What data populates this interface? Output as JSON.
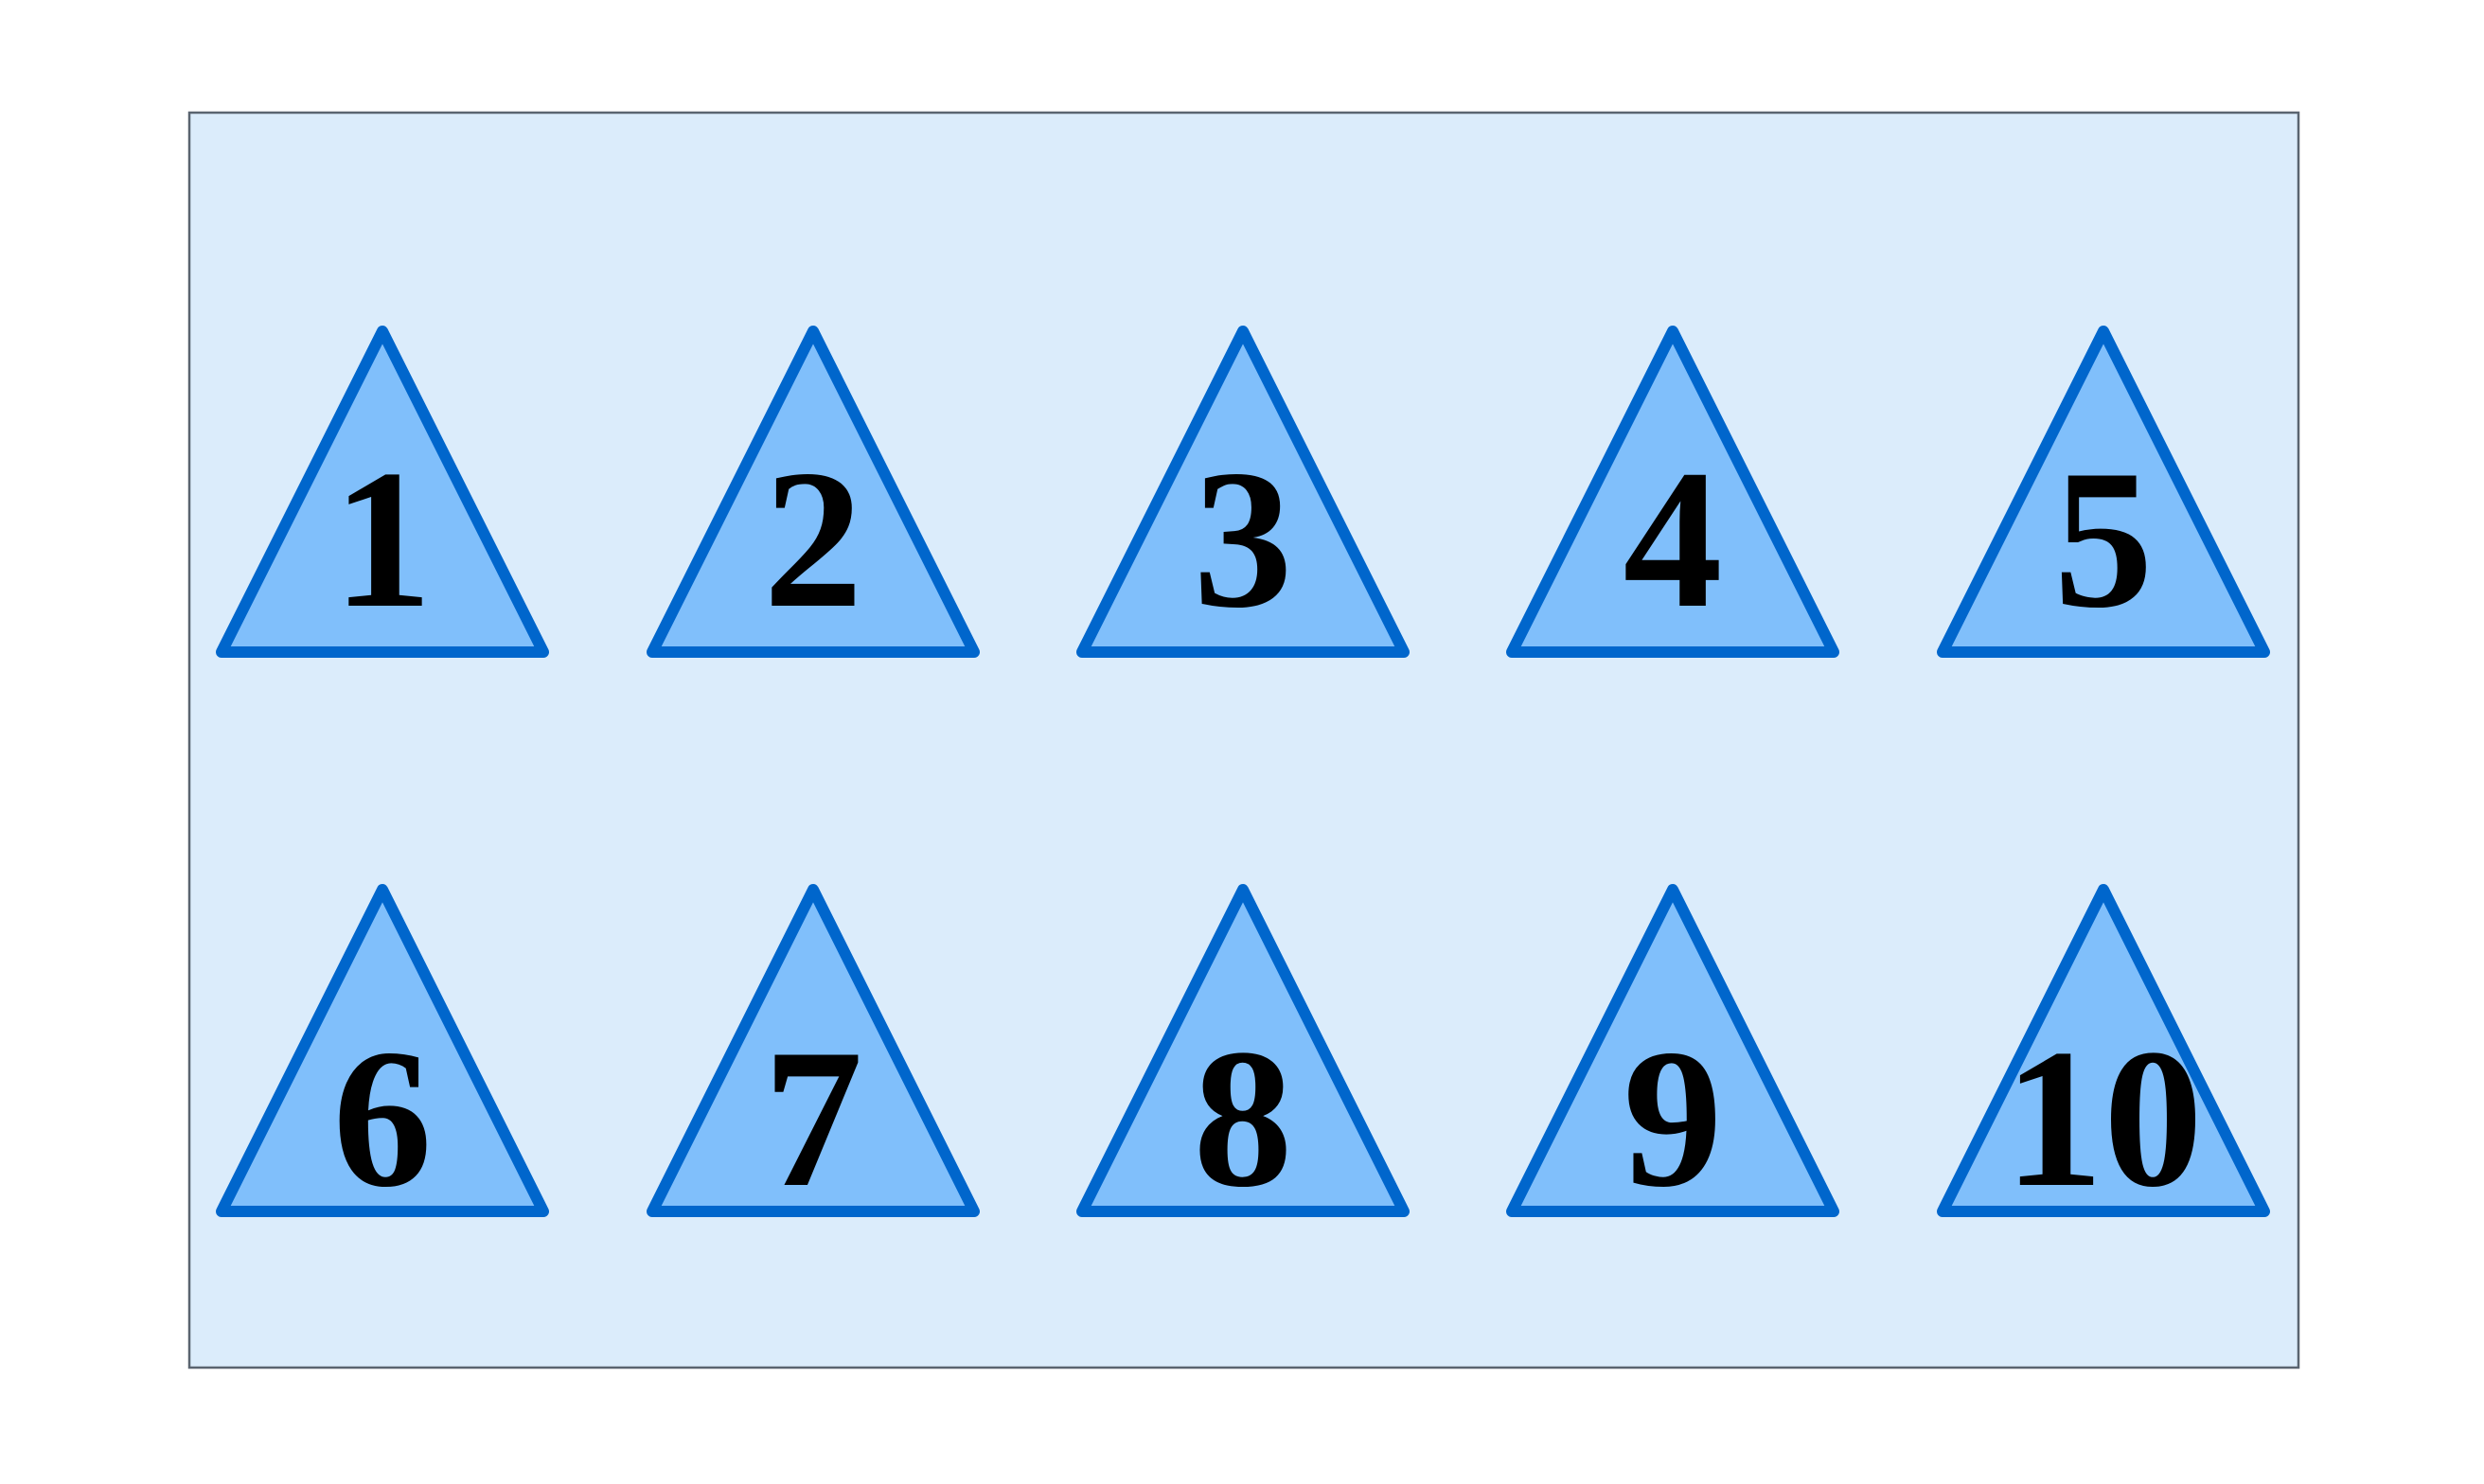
{
  "diagram": {
    "colors": {
      "background": "#ffffff",
      "panel_fill": "#dbecfb",
      "panel_border": "#5a6470",
      "triangle_fill": "#80bffb",
      "triangle_stroke": "#0066cc",
      "label_color": "#000000"
    },
    "triangles": [
      {
        "label": "1"
      },
      {
        "label": "2"
      },
      {
        "label": "3"
      },
      {
        "label": "4"
      },
      {
        "label": "5"
      },
      {
        "label": "6"
      },
      {
        "label": "7"
      },
      {
        "label": "8"
      },
      {
        "label": "9"
      },
      {
        "label": "10"
      }
    ]
  }
}
